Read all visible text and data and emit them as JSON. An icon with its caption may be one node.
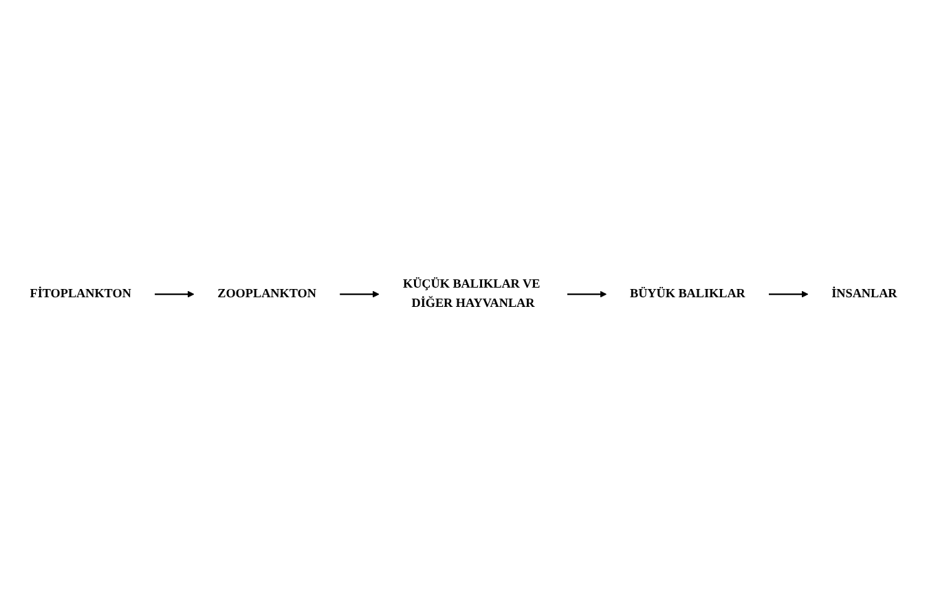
{
  "diagram": {
    "nodes": [
      {
        "text": [
          "İNSANLAR"
        ]
      },
      {
        "text": [
          "FİTOPLANKTON"
        ]
      },
      {
        "text": [
          "KÜÇÜK BALIKLAR VE DİĞER HAYVANLAR"
        ]
      },
      {
        "text": [
          "ZOOPLANKTON"
        ]
      },
      {
        "text": [
          "BÜYÜK BALIKLAR"
        ]
      }
    ],
    "edges": [
      {
        "from": 1,
        "to": 3,
        "arrow": "to"
      },
      {
        "from": 3,
        "to": 2,
        "arrow": "to"
      },
      {
        "from": 2,
        "to": 4,
        "arrow": "to"
      },
      {
        "from": 4,
        "to": 0,
        "arrow": "to"
      }
    ]
  }
}
